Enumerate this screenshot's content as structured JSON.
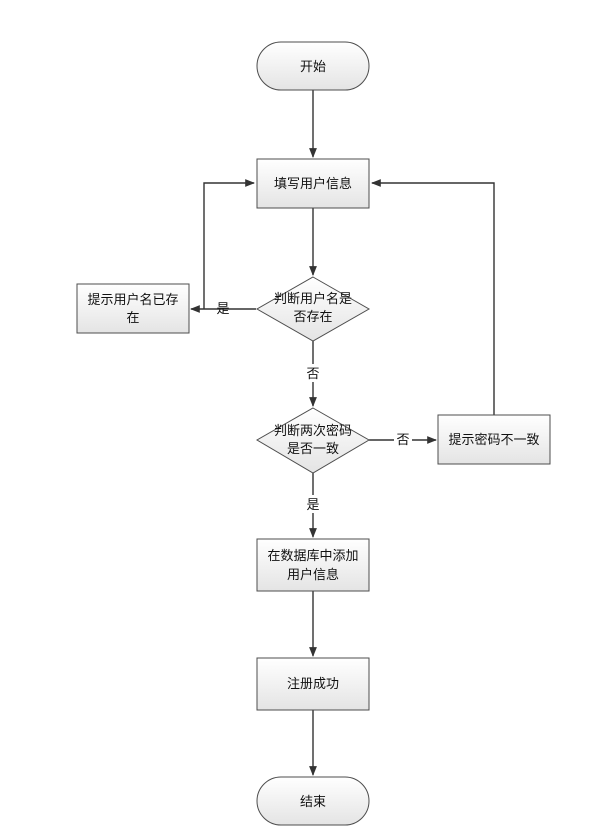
{
  "colors": {
    "node_fill_top": "#ffffff",
    "node_fill_bottom": "#e4e4e4",
    "node_stroke": "#4d4d4d",
    "edge": "#333333"
  },
  "nodes": {
    "start": "开始",
    "fill_info": "填写用户信息",
    "check_name_line1": "判断用户名是",
    "check_name_line2": "否存在",
    "name_exists_line1": "提示用户名已存",
    "name_exists_line2": "在",
    "check_pwd_line1": "判断两次密码",
    "check_pwd_line2": "是否一致",
    "pwd_mismatch": "提示密码不一致",
    "add_db_line1": "在数据库中添加",
    "add_db_line2": "用户信息",
    "success": "注册成功",
    "end": "结束"
  },
  "edges": {
    "name_yes": "是",
    "name_no": "否",
    "pwd_no": "否",
    "pwd_yes": "是"
  }
}
